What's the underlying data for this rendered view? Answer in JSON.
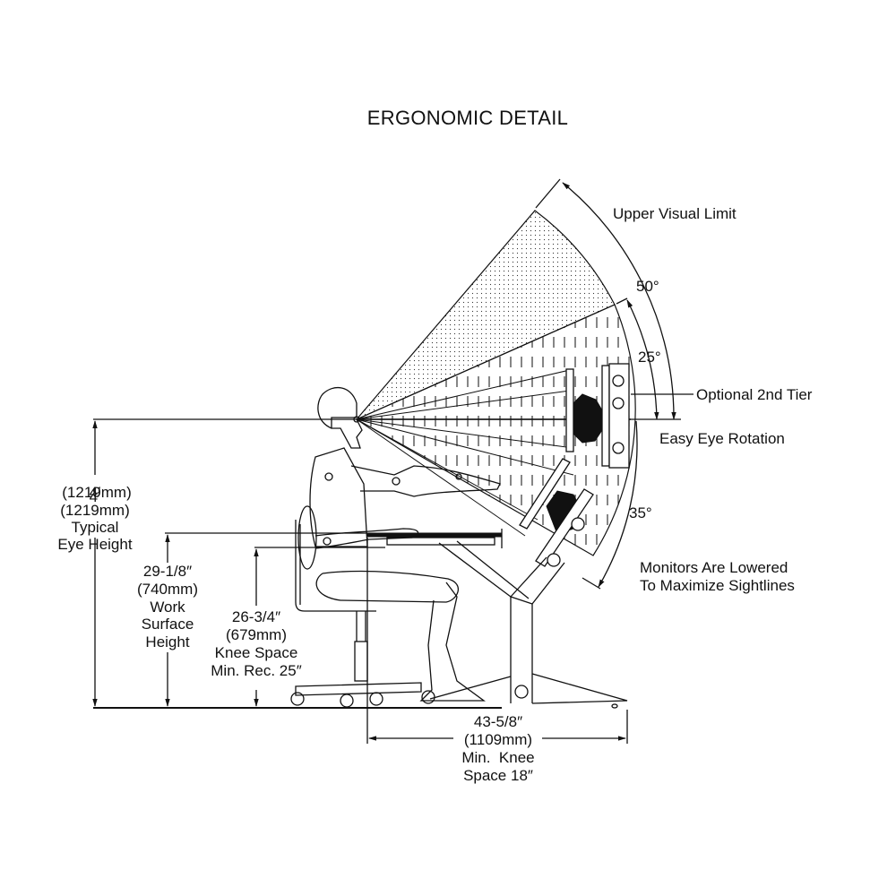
{
  "title": "ERGONOMIC DETAIL",
  "callouts": {
    "upper_visual_limit": "Upper Visual Limit",
    "optional_2nd_tier": "Optional 2nd Tier",
    "easy_eye_rotation": "Easy Eye Rotation",
    "monitors_lowered": [
      "Monitors Are Lowered",
      "To Maximize Sightlines"
    ]
  },
  "angles": {
    "upper": "50°",
    "easy_upper": "25°",
    "lower": "35°"
  },
  "dimensions": {
    "eye_height": [
      "4′",
      "(1219mm)",
      "Typical",
      "Eye Height"
    ],
    "work_surface_height": [
      "29-1/8″",
      "(740mm)",
      "Work",
      "Surface",
      "Height"
    ],
    "knee_space": [
      "26-3/4″",
      "(679mm)",
      "Knee Space",
      "Min. Rec. 25″"
    ],
    "depth": [
      "43-5/8″",
      "(1109mm)",
      "Min.  Knee",
      "Space 18″"
    ]
  },
  "colors": {
    "ink": "#111111",
    "background": "#ffffff"
  }
}
